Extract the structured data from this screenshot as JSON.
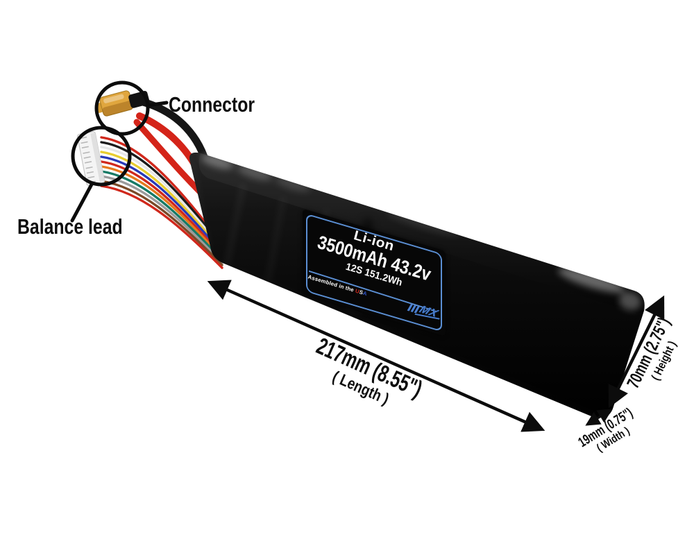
{
  "annotations": {
    "connector": "Connector",
    "balance_lead": "Balance lead"
  },
  "battery_label": {
    "chemistry": "Li-ion",
    "spec": "3500mAh 43.2v",
    "config": "12S 151.2Wh",
    "assembled_prefix": "Assembled in the ",
    "usa_u": "U",
    "usa_s": "S",
    "usa_a": "A",
    "brand_logo": "MX"
  },
  "dimensions": {
    "length": {
      "value": "217mm (8.55\")",
      "caption": "( Length )"
    },
    "height": {
      "value": "70mm (2.75\")",
      "caption": "( Height )"
    },
    "width": {
      "value": "19mm (0.75\")",
      "caption": "( Width )"
    }
  },
  "colors": {
    "background": "#ffffff",
    "battery_black": "#0a0a0a",
    "xt60_yellow": "#e0a63e",
    "label_border_blue": "#5b8fd4",
    "logo_blue": "#4a7fd0",
    "usa_red": "#d02a1e",
    "usa_white": "#f2f2f2",
    "usa_blue": "#2f55c8",
    "wire_red": "#d42419",
    "wire_black": "#161616",
    "annotation_black": "#0d0d0d"
  }
}
